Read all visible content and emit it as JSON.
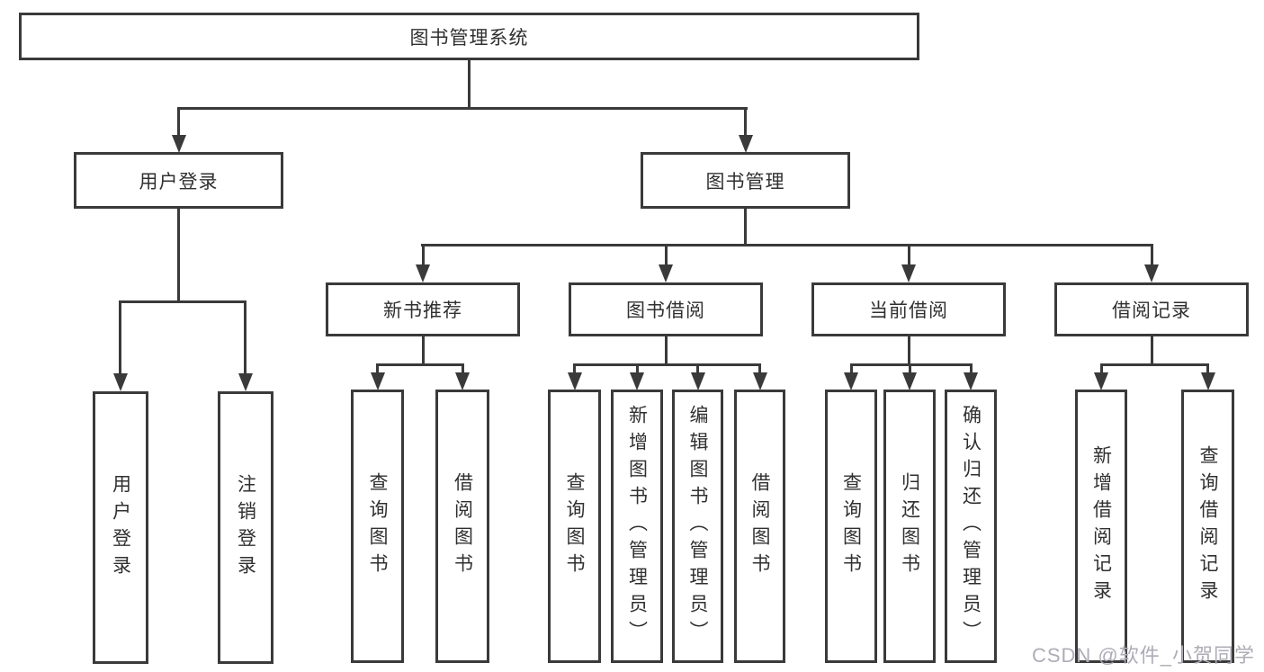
{
  "tree": {
    "root": {
      "label": "图书管理系统"
    },
    "login": {
      "label": "用户登录",
      "leaves": [
        "用户登录",
        "注销登录"
      ]
    },
    "mgmt": {
      "label": "图书管理",
      "groups": [
        {
          "label": "新书推荐",
          "leaves": [
            "查询图书",
            "借阅图书"
          ]
        },
        {
          "label": "图书借阅",
          "leaves": [
            "查询图书",
            "新增图书（管理员）",
            "编辑图书（管理员）",
            "借阅图书"
          ]
        },
        {
          "label": "当前借阅",
          "leaves": [
            "查询图书",
            "归还图书",
            "确认归还（管理员）"
          ]
        },
        {
          "label": "借阅记录",
          "leaves": [
            "新增借阅记录",
            "查询借阅记录"
          ]
        }
      ]
    }
  },
  "watermark": {
    "text": "CSDN @软件_小贺同学"
  },
  "colors": {
    "line": "#3a3a3a",
    "text": "#303030",
    "watermark": "#adadb6",
    "background": "#ffffff"
  }
}
